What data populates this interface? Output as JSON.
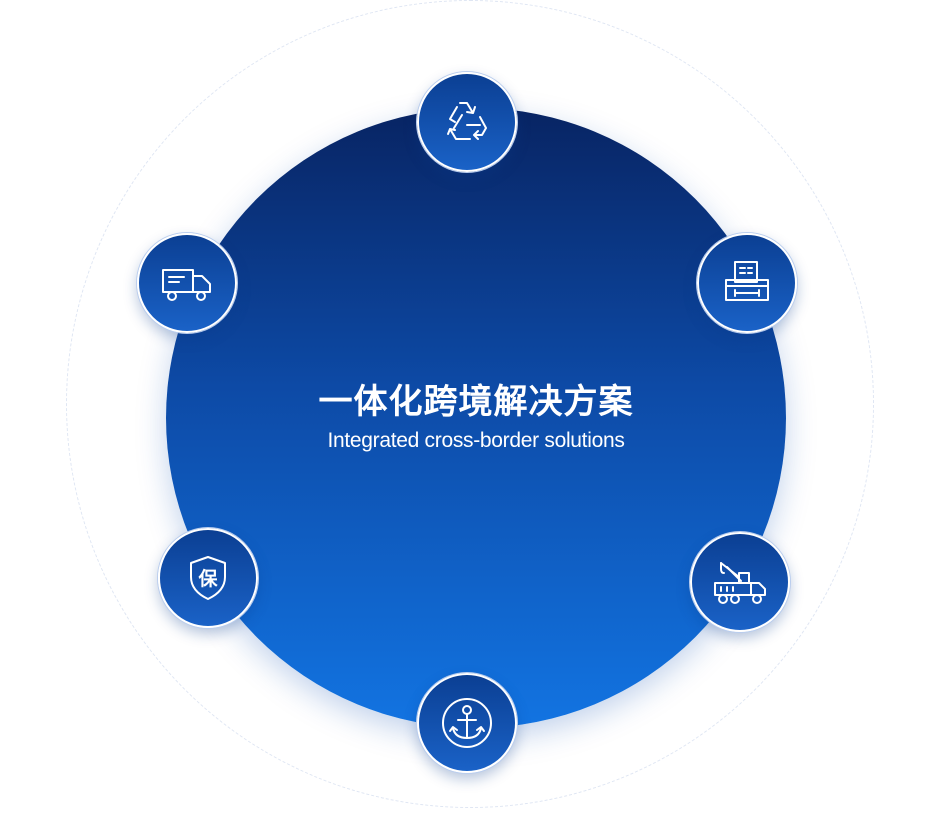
{
  "diagram": {
    "title": "一体化跨境解决方案",
    "subtitle": "Integrated cross-border solutions",
    "colors": {
      "gradient_top": "#082463",
      "gradient_bottom": "#1274e2",
      "node_fill": "#1a62c7",
      "ring": "#dfe6f3"
    },
    "nodes": [
      {
        "icon": "recycle-icon"
      },
      {
        "icon": "printer-icon"
      },
      {
        "icon": "crane-truck-icon"
      },
      {
        "icon": "anchor-icon"
      },
      {
        "icon": "shield-icon",
        "glyph": "保"
      },
      {
        "icon": "truck-icon"
      }
    ]
  }
}
